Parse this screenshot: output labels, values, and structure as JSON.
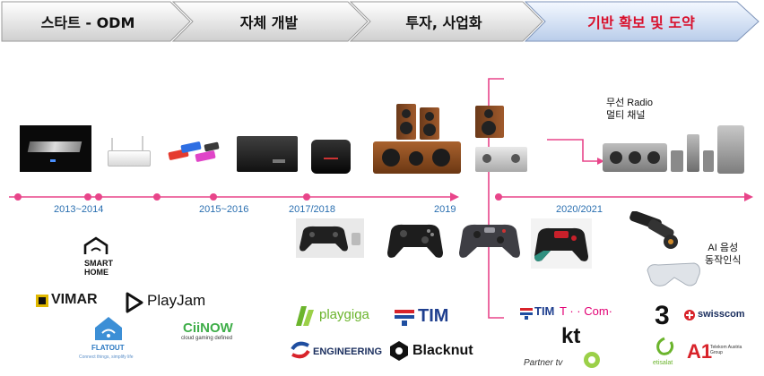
{
  "stages": [
    {
      "label": "스타트 - ODM"
    },
    {
      "label": "자체 개발"
    },
    {
      "label": "투자, 사업화"
    },
    {
      "label": "기반 확보  및 도약",
      "color": "#d8102c"
    }
  ],
  "timeline": {
    "years": [
      "2013~2014",
      "2015~2016",
      "2017/2018",
      "2019",
      "2020/2021"
    ],
    "line_color": "#e8458a",
    "year_color": "#2a6fb0"
  },
  "notes": {
    "radio": [
      "무선 Radio",
      "멀티 채널"
    ],
    "voice": [
      "AI 음성",
      "동작인식"
    ]
  },
  "partners": {
    "smart_home": [
      "SMART",
      "HOME"
    ],
    "vimar": "VIMAR",
    "playjam": "PlayJam",
    "flatout": "FLATOUT",
    "flatout_tag": "Connect things, simplify life",
    "ciinow": "CiiNOW",
    "ciinow_tag": "cloud gaming defined",
    "playgiga": "playgiga",
    "engineering": "ENGINEERING",
    "tim": "TIM",
    "blacknut": "Blacknut",
    "tim2": "TIM",
    "tcom": "T · · Com·",
    "kt": "kt",
    "partner_tv": "Partner tv",
    "three": "3",
    "swisscom": "swisscom",
    "etisalat": "etisalat",
    "a1": "A1",
    "a1_tag": "Telekom Austria Group"
  }
}
